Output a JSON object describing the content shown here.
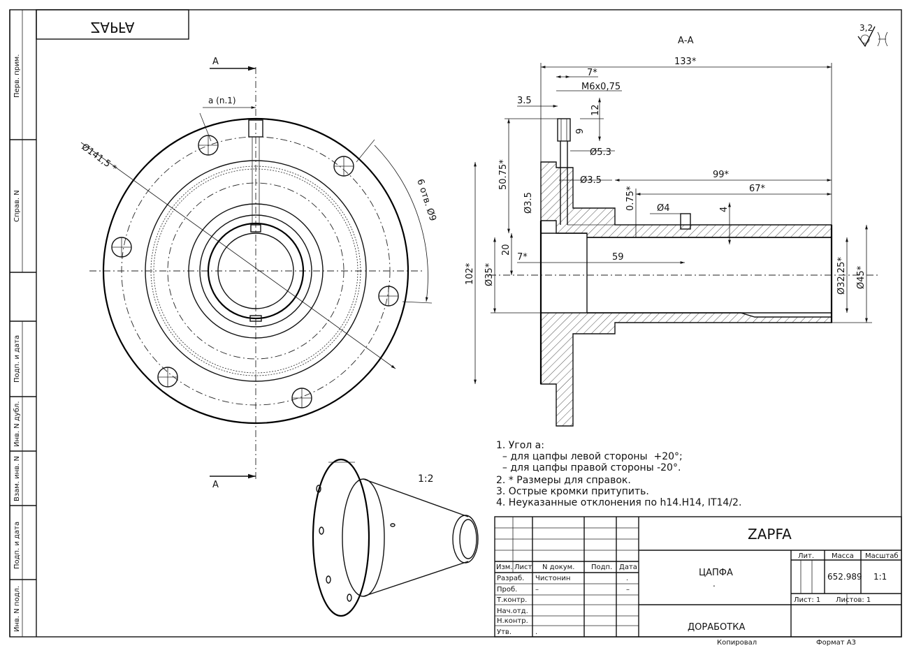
{
  "sheet": {
    "mirrored_label": "ZAPFA",
    "side_labels": [
      "Перв. прим.",
      "Справ. N",
      "Подп. и дата",
      "Инв. N дубл.",
      "Взам. инв. N",
      "Подп. и дата",
      "Инв. N подл."
    ],
    "roughness": "3,2",
    "bottom_copy": "Копировал",
    "bottom_format": "Формат А3"
  },
  "front_view": {
    "section_mark": "А",
    "dim_diameter": "Ø141,5 *",
    "dim_angle_a": "a (n.1)",
    "dim_holes": "6 отв. Ø9"
  },
  "section_view": {
    "title": "А-А",
    "dims": {
      "overall": "133*",
      "d7top": "7*",
      "thread": "M6x0,75",
      "d35": "3.5",
      "d12": "12",
      "d9": "9",
      "dia53": "Ø5.3",
      "d5075": "50.75*",
      "dia35a": "Ø3.5",
      "dia35b": "Ø3.5",
      "d99": "99*",
      "d67": "67*",
      "d075": "0.75*",
      "dia4": "Ø4",
      "d4": "4",
      "d20": "20",
      "d7left": "7*",
      "d59": "59",
      "d102": "102*",
      "dia35star": "Ø35*",
      "dia3225": "Ø32.25*",
      "dia45": "Ø45*"
    }
  },
  "scale_note": "1:2",
  "notes": [
    "1. Угол a:",
    "  – для цапфы левой стороны  +20°;",
    "  – для цапфы правой стороны -20°.",
    "2. * Размеры для справок.",
    "3. Острые кромки притупить.",
    "4. Неуказанные отклонения по h14.H14, IT14/2."
  ],
  "title_block": {
    "code": "ZAPFA",
    "name": "ЦАПФА",
    "dot": ".",
    "org": "ДОРАБОТКА",
    "header": [
      "Изм.",
      "Лист",
      "N докум.",
      "Подп.",
      "Дата"
    ],
    "rows": [
      {
        "role": "Разраб.",
        "name": "Чистонин",
        "date": "."
      },
      {
        "role": "Проб.",
        "name": "–",
        "date": "–"
      },
      {
        "role": "Т.контр.",
        "name": "",
        "date": ""
      },
      {
        "role": "Нач.отд.",
        "name": "",
        "date": ""
      },
      {
        "role": "Н.контр.",
        "name": "",
        "date": ""
      },
      {
        "role": "Утв.",
        "name": ".",
        "date": ""
      }
    ],
    "lit_label": "Лит.",
    "mass_label": "Масса",
    "scale_label": "Масштаб",
    "mass": "652.989",
    "scale": "1:1",
    "sheet_label": "Лист: 1",
    "sheets_label": "Листов: 1"
  }
}
